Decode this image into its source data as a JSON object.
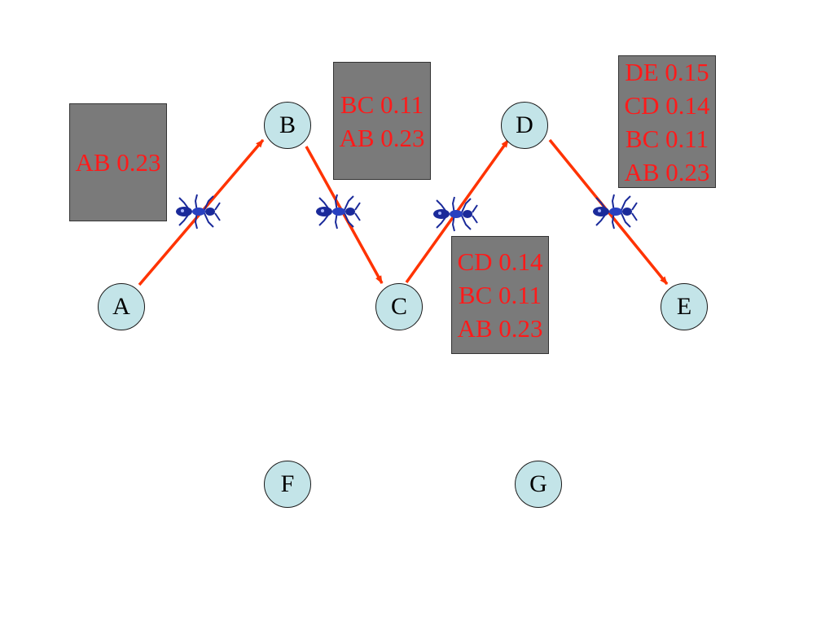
{
  "nodes": {
    "A": {
      "label": "A"
    },
    "B": {
      "label": "B"
    },
    "C": {
      "label": "C"
    },
    "D": {
      "label": "D"
    },
    "E": {
      "label": "E"
    },
    "F": {
      "label": "F"
    },
    "G": {
      "label": "G"
    }
  },
  "edges": [
    {
      "from": "A",
      "to": "B"
    },
    {
      "from": "B",
      "to": "C"
    },
    {
      "from": "C",
      "to": "D"
    },
    {
      "from": "D",
      "to": "E"
    }
  ],
  "boxes": {
    "box1": {
      "lines": [
        "AB 0.23"
      ]
    },
    "box2": {
      "lines": [
        "BC 0.11",
        "AB 0.23"
      ]
    },
    "box3": {
      "lines": [
        "CD 0.14",
        "BC 0.11",
        "AB 0.23"
      ]
    },
    "box4": {
      "lines": [
        "DE 0.15",
        "CD 0.14",
        "BC 0.11",
        "AB 0.23"
      ]
    }
  },
  "colors": {
    "edge": "#ff3300",
    "node_fill": "#c3e4e8",
    "box_fill": "#7a7a7a",
    "box_text": "#ff1a1a",
    "ant": "#1a2a9a"
  },
  "icons": {
    "ant": "ant-icon"
  }
}
